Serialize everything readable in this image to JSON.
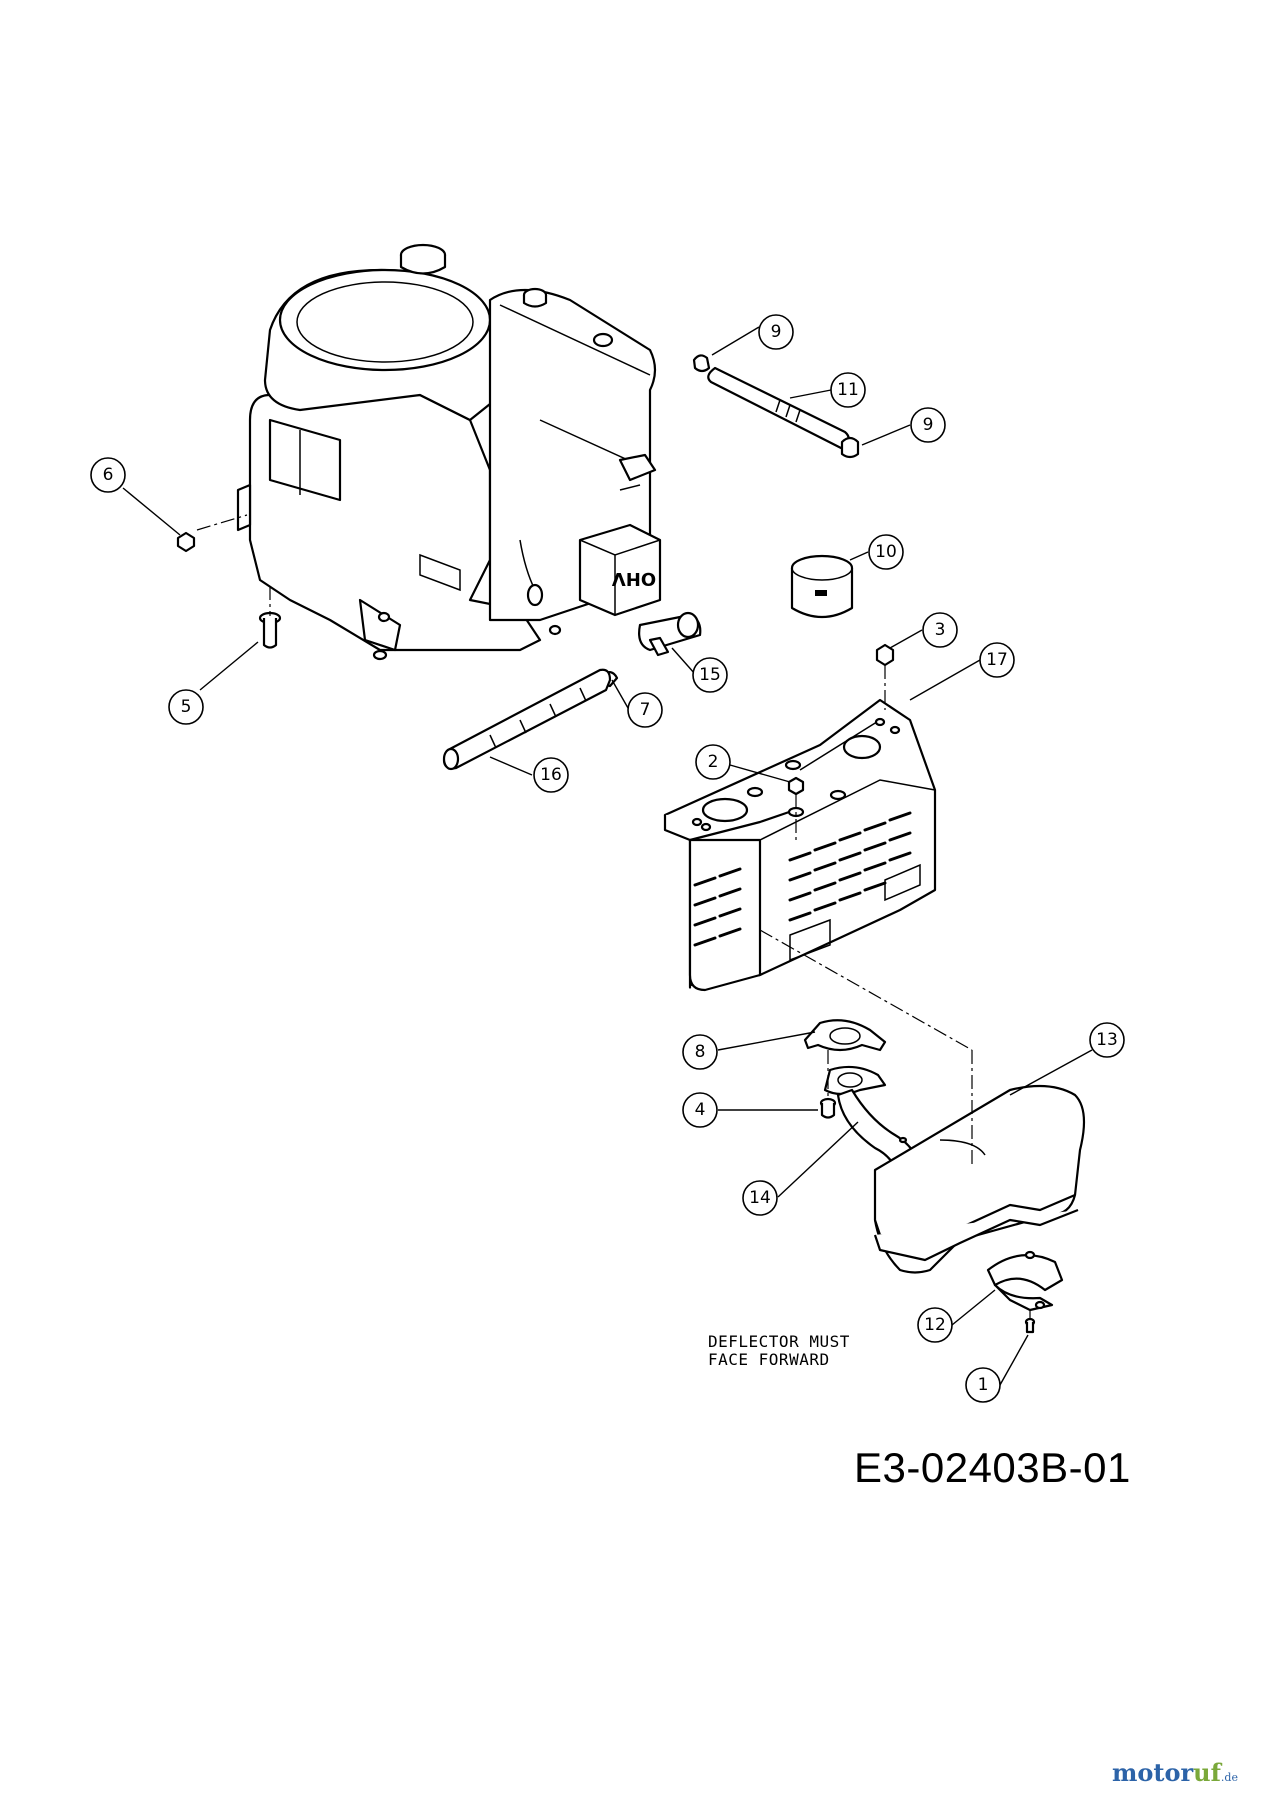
{
  "drawing_number": "E3-02403B-01",
  "note": {
    "line1": "DEFLECTOR MUST",
    "line2": "FACE FORWARD"
  },
  "watermark": {
    "text_main": "motor",
    "text_accent": "uf",
    "text_suffix": ".de"
  },
  "callouts": [
    {
      "id": "9a",
      "label": "9"
    },
    {
      "id": "11",
      "label": "11"
    },
    {
      "id": "9b",
      "label": "9"
    },
    {
      "id": "6",
      "label": "6"
    },
    {
      "id": "10",
      "label": "10"
    },
    {
      "id": "3",
      "label": "3"
    },
    {
      "id": "17",
      "label": "17"
    },
    {
      "id": "15",
      "label": "15"
    },
    {
      "id": "5",
      "label": "5"
    },
    {
      "id": "7",
      "label": "7"
    },
    {
      "id": "16",
      "label": "16"
    },
    {
      "id": "2",
      "label": "2"
    },
    {
      "id": "13",
      "label": "13"
    },
    {
      "id": "8",
      "label": "8"
    },
    {
      "id": "4",
      "label": "4"
    },
    {
      "id": "14",
      "label": "14"
    },
    {
      "id": "12",
      "label": "12"
    },
    {
      "id": "1",
      "label": "1"
    }
  ],
  "engine_label": "OHV"
}
